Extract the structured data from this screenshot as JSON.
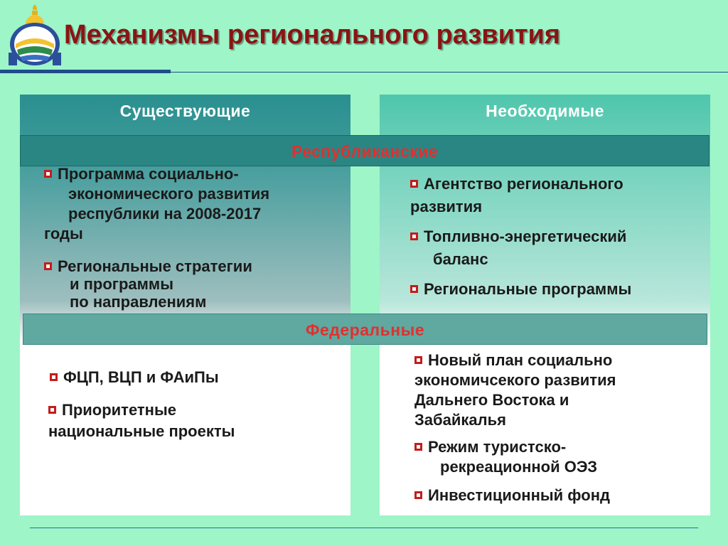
{
  "header": {
    "title": "Механизмы регионального развития"
  },
  "columns": {
    "left_heading": "Существующие",
    "right_heading": "Необходимые"
  },
  "bands": {
    "republican": "Республиканские",
    "federal": "Федеральные"
  },
  "items": {
    "left_rep_1": {
      "l1": "Программа социально-",
      "l2": "экономического развития",
      "l3": "республики на 2008-2017",
      "l4": "годы"
    },
    "left_rep_2": {
      "l1": "Региональные стратегии",
      "l2": "и программы",
      "l3": "по направлениям"
    },
    "right_rep_1": {
      "l1": "Агентство регионального",
      "l2": "развития"
    },
    "right_rep_2": {
      "l1": "Топливно-энергетический",
      "l2": "баланс"
    },
    "right_rep_3": {
      "l1": "Региональные программы"
    },
    "left_fed_1": {
      "l1": "ФЦП, ВЦП и ФАиПы"
    },
    "left_fed_2": {
      "l1": "Приоритетные",
      "l2": "национальные проекты"
    },
    "right_fed_1": {
      "l1": "Новый план социально",
      "l2": "экономичсекого развития",
      "l3": "Дальнего Востока и",
      "l4": "Забайкалья"
    },
    "right_fed_2": {
      "l1": "Режим туристско-",
      "l2": "рекреационной ОЭЗ"
    },
    "right_fed_3": {
      "l1": "Инвестиционный фонд"
    }
  },
  "colors": {
    "background": "#9ef5c8",
    "title": "#8a1414",
    "band_text": "#e03030",
    "bullet": "#c41c1c"
  }
}
